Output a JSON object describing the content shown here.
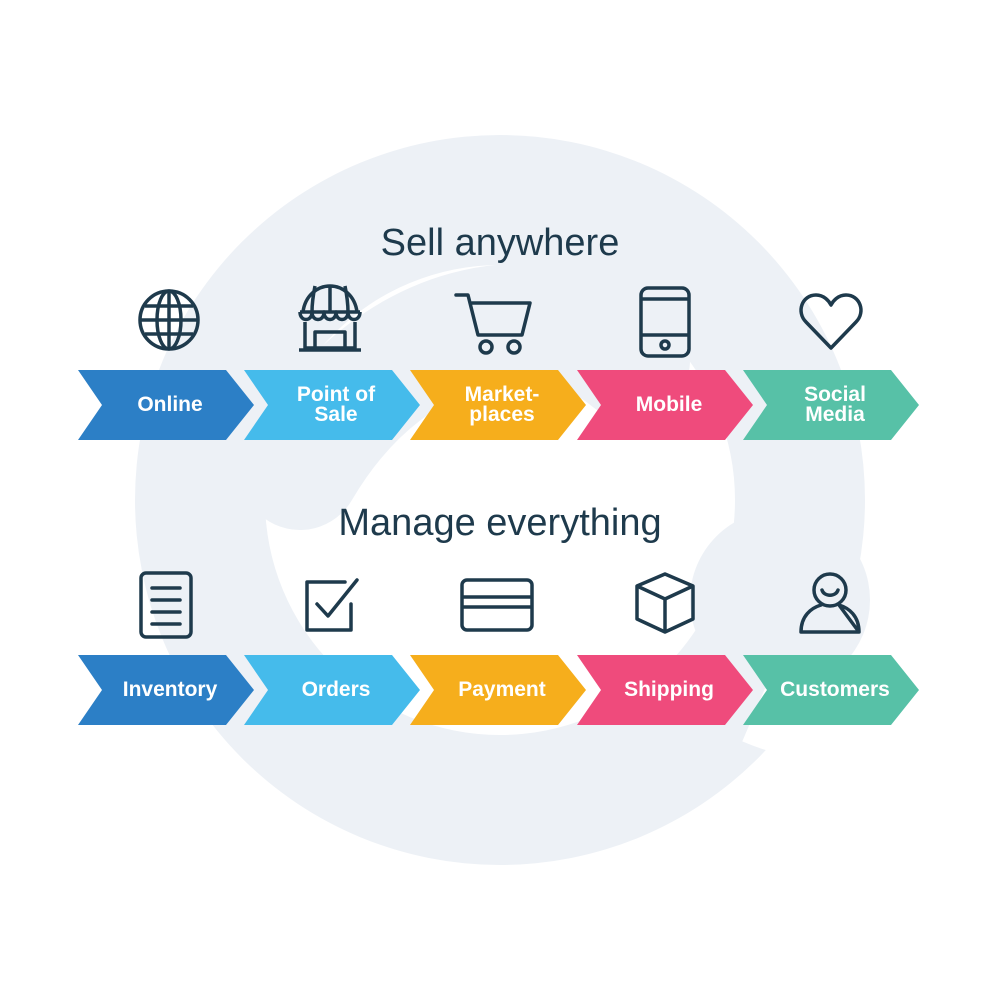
{
  "colors": {
    "background_logo": "#edf1f6",
    "icon_stroke": "#1e3a4c",
    "heading": "#1e3a4c",
    "blue": "#2c7fc6",
    "light_blue": "#45bbeb",
    "yellow": "#f6ae1c",
    "pink": "#ef4b7c",
    "teal": "#57c1a7"
  },
  "sections": {
    "sell": {
      "heading": "Sell anywhere",
      "steps": [
        {
          "label": "Online",
          "icon": "globe-icon",
          "color": "#2c7fc6"
        },
        {
          "label": "Point of\nSale",
          "icon": "storefront-icon",
          "color": "#45bbeb"
        },
        {
          "label": "Market-\nplaces",
          "icon": "shopping-cart-icon",
          "color": "#f6ae1c"
        },
        {
          "label": "Mobile",
          "icon": "smartphone-icon",
          "color": "#ef4b7c"
        },
        {
          "label": "Social\nMedia",
          "icon": "heart-icon",
          "color": "#57c1a7"
        }
      ]
    },
    "manage": {
      "heading": "Manage everything",
      "steps": [
        {
          "label": "Inventory",
          "icon": "document-list-icon",
          "color": "#2c7fc6"
        },
        {
          "label": "Orders",
          "icon": "checkbox-icon",
          "color": "#45bbeb"
        },
        {
          "label": "Payment",
          "icon": "credit-card-icon",
          "color": "#f6ae1c"
        },
        {
          "label": "Shipping",
          "icon": "box-icon",
          "color": "#ef4b7c"
        },
        {
          "label": "Customers",
          "icon": "user-icon",
          "color": "#57c1a7"
        }
      ]
    }
  }
}
